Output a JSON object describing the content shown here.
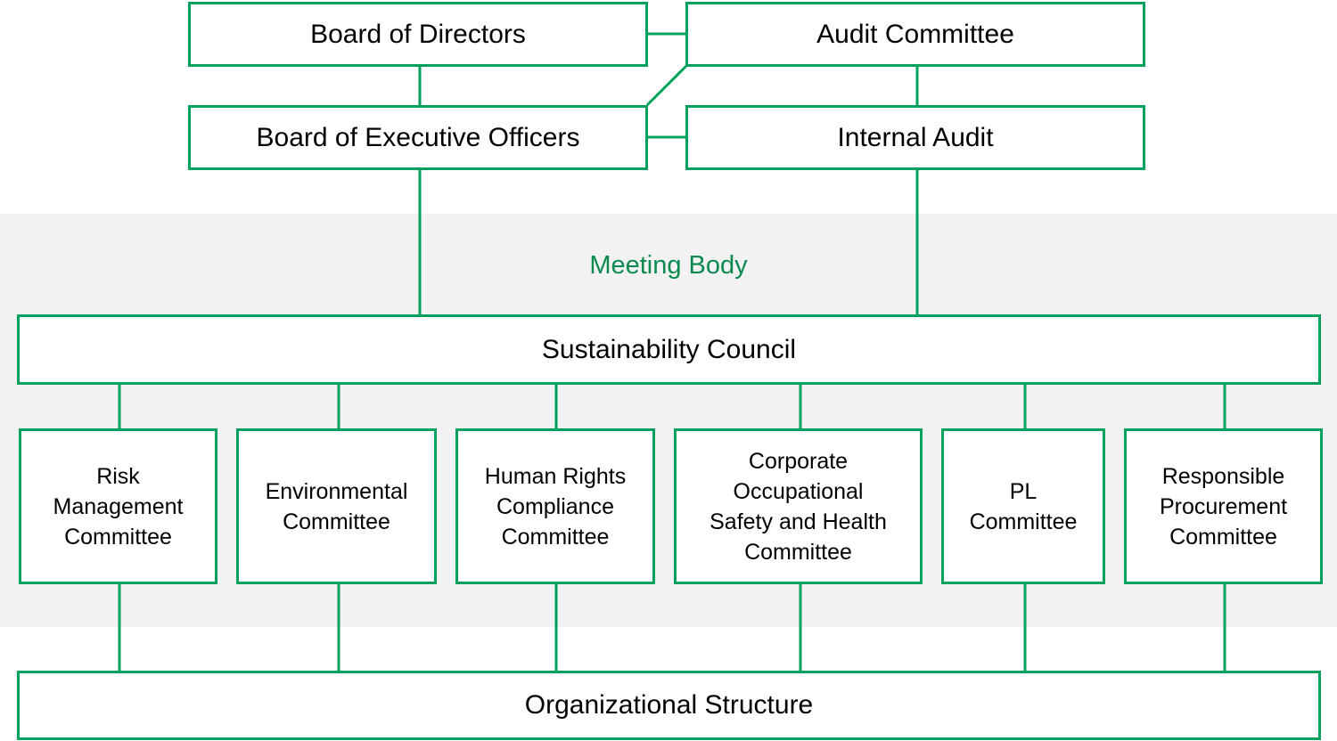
{
  "colors": {
    "accent": "#00a15e",
    "band": "#f2f2f2",
    "band_label": "#0b8a4f"
  },
  "top": {
    "board_of_directors": "Board of Directors",
    "audit_committee": "Audit Committee",
    "board_of_executive_officers": "Board of Executive Officers",
    "internal_audit": "Internal Audit"
  },
  "band_label": "Meeting Body",
  "council": "Sustainability Council",
  "committees": [
    "Risk\nManagement\nCommittee",
    "Environmental\nCommittee",
    "Human Rights\nCompliance\nCommittee",
    "Corporate\nOccupational\nSafety and Health\nCommittee",
    "PL\nCommittee",
    "Responsible\nProcurement\nCommittee"
  ],
  "organizational_structure": "Organizational Structure"
}
